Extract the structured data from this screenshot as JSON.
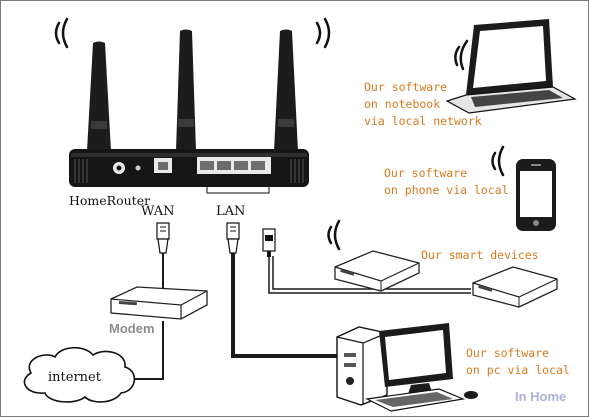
{
  "router": {
    "label": "HomeRouter",
    "port_wan": "WAN",
    "port_lan": "LAN"
  },
  "modem": {
    "label": "Modem"
  },
  "internet": {
    "label": "internet"
  },
  "notebook": {
    "lines": [
      "Our software",
      "on notebook",
      "via local network"
    ]
  },
  "phone": {
    "lines": [
      "Our software",
      "on phone via local"
    ]
  },
  "smart_devices": {
    "label": "Our smart devices"
  },
  "pc": {
    "lines": [
      "Our software",
      "on pc via local"
    ]
  },
  "caption": {
    "label": "In Home"
  },
  "colors": {
    "software_text": "#d97a1e",
    "caption_text": "#a9b3d8",
    "cable": "#111111",
    "modem_label": "#8c8c8c"
  }
}
